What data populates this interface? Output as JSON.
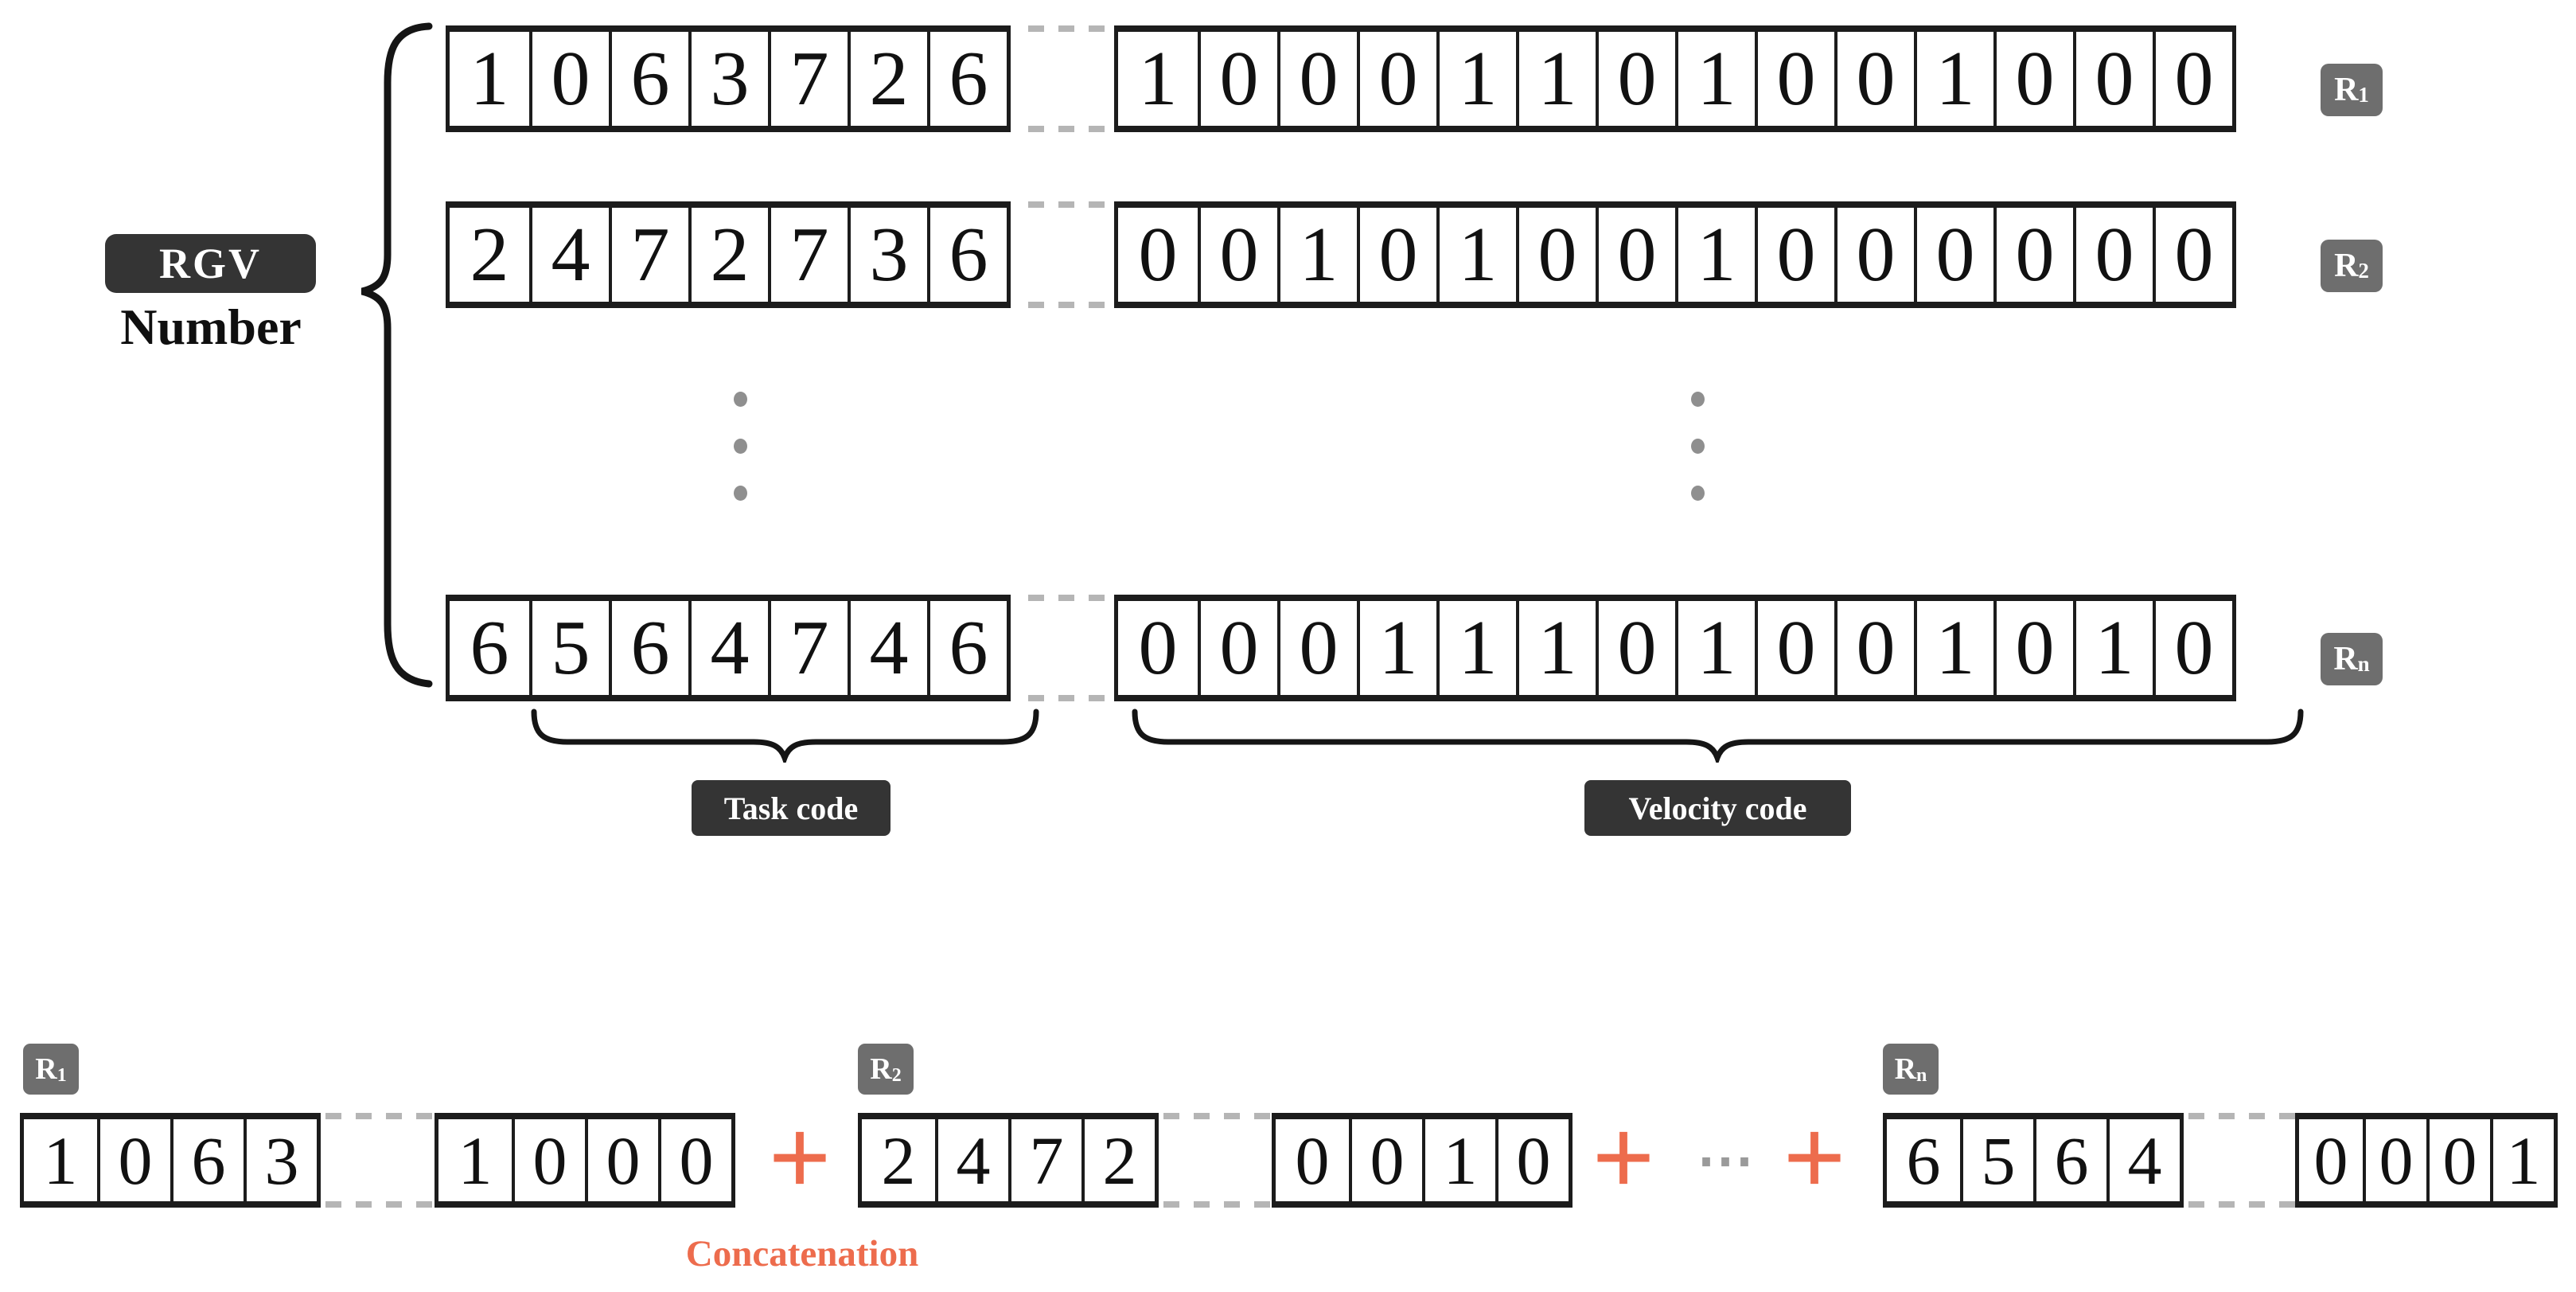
{
  "colors": {
    "ink": "#1c1c1c",
    "accent_orange": "#ed6c4d",
    "badge_dark": "#343434",
    "badge_gray": "#6e6e6e",
    "dash_gray": "#b5b5b5",
    "dots_gray": "#8f8f8f"
  },
  "left_label": {
    "badge": "RGV",
    "caption": "Number"
  },
  "top_rows": [
    {
      "label_base": "R",
      "label_sub": "1",
      "task": [
        "1",
        "0",
        "6",
        "3",
        "7",
        "2",
        "6"
      ],
      "velocity": [
        "1",
        "0",
        "0",
        "0",
        "1",
        "1",
        "0",
        "1",
        "0",
        "0",
        "1",
        "0",
        "0",
        "0"
      ]
    },
    {
      "label_base": "R",
      "label_sub": "2",
      "task": [
        "2",
        "4",
        "7",
        "2",
        "7",
        "3",
        "6"
      ],
      "velocity": [
        "0",
        "0",
        "1",
        "0",
        "1",
        "0",
        "0",
        "1",
        "0",
        "0",
        "0",
        "0",
        "0",
        "0"
      ]
    },
    {
      "label_base": "R",
      "label_sub": "n",
      "task": [
        "6",
        "5",
        "6",
        "4",
        "7",
        "4",
        "6"
      ],
      "velocity": [
        "0",
        "0",
        "0",
        "1",
        "1",
        "1",
        "0",
        "1",
        "0",
        "0",
        "1",
        "0",
        "1",
        "0"
      ]
    }
  ],
  "brace_labels": {
    "task": "Task code",
    "velocity": "Velocity code"
  },
  "bottom": {
    "groups": [
      {
        "label_base": "R",
        "label_sub": "1",
        "task": [
          "1",
          "0",
          "6",
          "3"
        ],
        "velocity": [
          "1",
          "0",
          "0",
          "0"
        ]
      },
      {
        "label_base": "R",
        "label_sub": "2",
        "task": [
          "2",
          "4",
          "7",
          "2"
        ],
        "velocity": [
          "0",
          "0",
          "1",
          "0"
        ]
      },
      {
        "label_base": "R",
        "label_sub": "n",
        "task": [
          "6",
          "5",
          "6",
          "4"
        ],
        "velocity": [
          "0",
          "0",
          "0",
          "1"
        ]
      }
    ],
    "plus": "+",
    "ellipsis": "⋯",
    "caption": "Concatenation"
  }
}
